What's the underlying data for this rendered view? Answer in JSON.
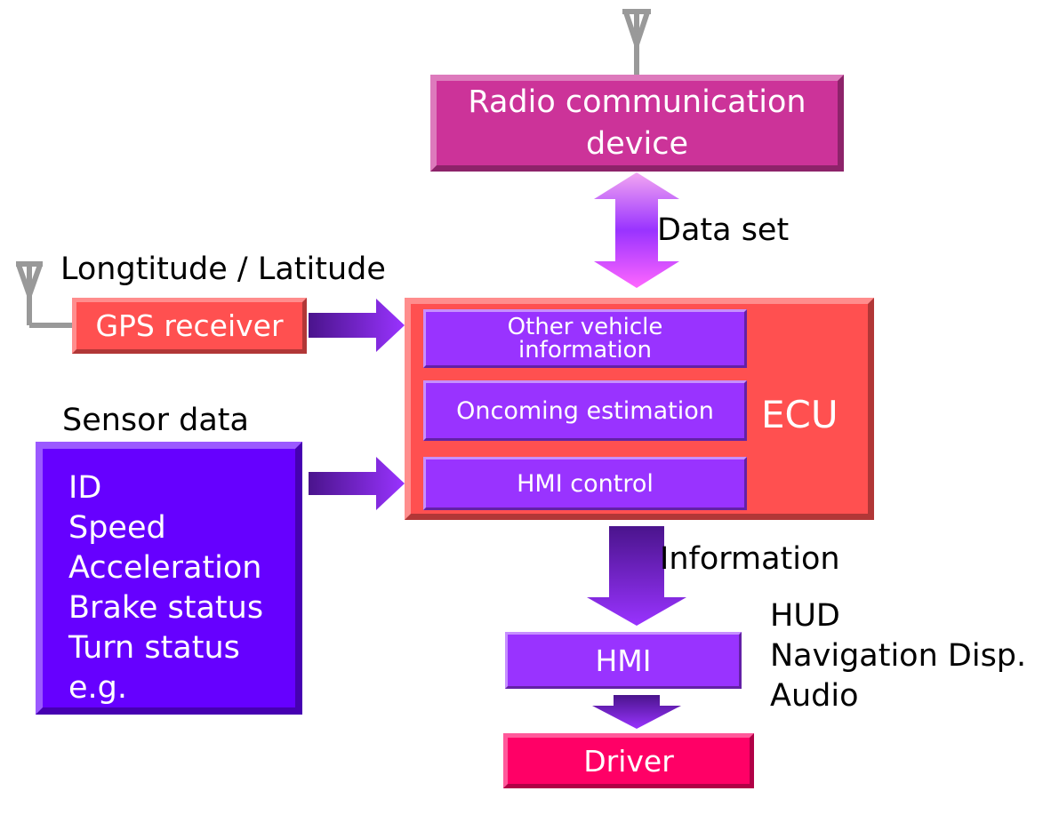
{
  "radio": {
    "label": "Radio communication device"
  },
  "data_set": {
    "label": "Data set"
  },
  "gps_coords": {
    "label": "Longtitude / Latitude"
  },
  "gps": {
    "label": "GPS receiver"
  },
  "ecu": {
    "label": "ECU",
    "modules": {
      "other_vehicle": "Other vehicle information",
      "oncoming": "Oncoming estimation",
      "hmi_control": "HMI control"
    }
  },
  "sensor": {
    "title": "Sensor data",
    "items": [
      "ID",
      "Speed",
      "Acceleration",
      "Brake status",
      "Turn status",
      "e.g."
    ]
  },
  "information": {
    "label": "Information"
  },
  "hmi": {
    "label": "HMI"
  },
  "hmi_outputs": {
    "items": [
      "HUD",
      "Navigation Disp.",
      "Audio"
    ]
  },
  "driver": {
    "label": "Driver"
  },
  "colors": {
    "radio": "#cc3399",
    "ecu": "#ff5050",
    "gps": "#ff5050",
    "module": "#9933ff",
    "sensor": "#6600ff",
    "driver": "#ff0066",
    "antenna": "#999999"
  }
}
